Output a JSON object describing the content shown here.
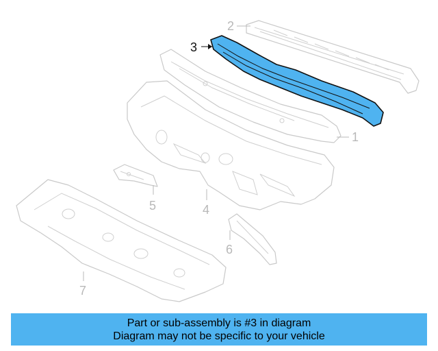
{
  "callouts": {
    "c1": "1",
    "c2": "2",
    "c3": "3",
    "c4": "4",
    "c5": "5",
    "c6": "6",
    "c7": "7"
  },
  "highlight": {
    "part_number": "3",
    "color": "#4fb3f0"
  },
  "banner": {
    "line1": "Part or sub-assembly is #3 in diagram",
    "line2": "Diagram may not be specific to your vehicle",
    "background": "#4fb3f0"
  }
}
